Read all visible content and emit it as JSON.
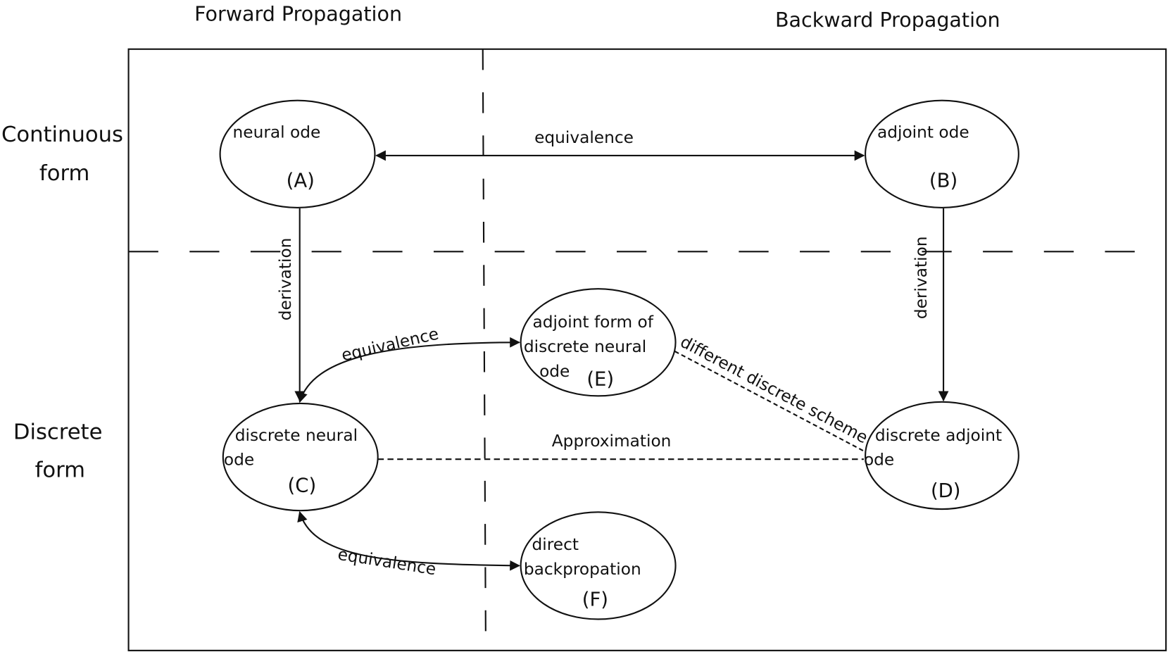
{
  "titles": {
    "forward": "Forward Propagation",
    "backward": "Backward Propagation"
  },
  "rows": {
    "continuous": [
      "Continuous",
      "form"
    ],
    "discrete": [
      "Discrete",
      "form"
    ]
  },
  "nodes": {
    "A": {
      "lines": [
        "neural ode"
      ],
      "tag": "(A)"
    },
    "B": {
      "lines": [
        "adjoint ode"
      ],
      "tag": "(B)"
    },
    "C": {
      "lines": [
        "discrete neural",
        "ode"
      ],
      "tag": "(C)"
    },
    "D": {
      "lines": [
        "discrete adjoint",
        "ode"
      ],
      "tag": "(D)"
    },
    "E": {
      "lines": [
        "adjoint form of",
        "discrete neural",
        "ode"
      ],
      "tag": "(E)"
    },
    "F": {
      "lines": [
        "direct",
        "backpropation"
      ],
      "tag": "(F)"
    }
  },
  "edges": {
    "ab": "equivalence",
    "ac": "derivation",
    "bd": "derivation",
    "ce": "equivalence",
    "cf": "equivalence",
    "cd": "Approximation",
    "ed": "different discrete scheme"
  }
}
